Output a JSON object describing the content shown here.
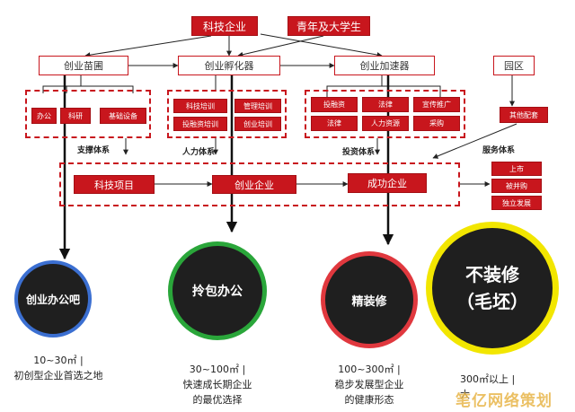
{
  "top": {
    "tech_enterprise": "科技企业",
    "youth_students": "青年及大学生"
  },
  "stages": {
    "nursery": "创业苗圃",
    "incubator": "创业孵化器",
    "accelerator": "创业加速器",
    "park": "园区"
  },
  "nursery_items": [
    "办公",
    "科研",
    "基础设备"
  ],
  "incubator_items": [
    "科技培训",
    "管理培训",
    "投融资培训",
    "创业培训"
  ],
  "accelerator_items": [
    "投融资",
    "法律",
    "宣传推广",
    "法律",
    "人力资源",
    "采购"
  ],
  "park_items": [
    "其他配套"
  ],
  "systems": {
    "support": "支撑体系",
    "hr": "人力体系",
    "investment": "投资体系",
    "service": "服务体系"
  },
  "flow": {
    "project": "科技项目",
    "startup": "创业企业",
    "success": "成功企业"
  },
  "outcomes": [
    "上市",
    "被并购",
    "独立发展"
  ],
  "circles": [
    {
      "title": "创业办公吧",
      "line1": "10~30㎡ |",
      "line2": "初创型企业首选之地",
      "ring": "#3b6fd1"
    },
    {
      "title": "拎包办公",
      "line1": "30~100㎡ |",
      "line2": "快速成长期企业",
      "line3": "的最优选择",
      "ring": "#2aa63a"
    },
    {
      "title": "精装修",
      "line1": "100~300㎡ |",
      "line2": "稳步发展型企业",
      "line3": "的健康形态",
      "ring": "#e0383e"
    },
    {
      "title": "不装修",
      "title2": "（毛坯）",
      "line1": "300㎡以上 |",
      "line2": "大",
      "ring": "#f2e600"
    }
  ],
  "watermark": "笔亿网络策划",
  "colors": {
    "brand_red": "#c8161d",
    "circle_fill": "#1f1f1f"
  }
}
